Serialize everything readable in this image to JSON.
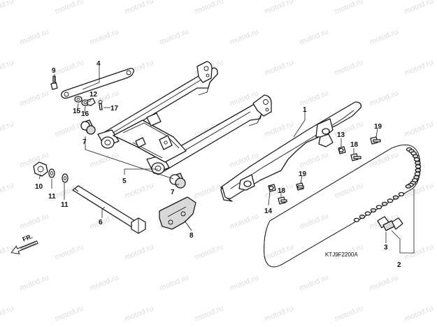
{
  "watermark": "motod.ru",
  "diagram_code": "KTJ9F2200A",
  "fr_label": "FR.",
  "colors": {
    "line": "#1a1a1a",
    "watermark": "#dcdcdc",
    "background": "#ffffff"
  },
  "callouts": {
    "c1": "1",
    "c2": "2",
    "c3": "3",
    "c4": "4",
    "c5": "5",
    "c6": "6",
    "c7a": "7",
    "c7b": "7",
    "c8": "8",
    "c9": "9",
    "c10": "10",
    "c11a": "11",
    "c11b": "11",
    "c12": "12",
    "c13": "13",
    "c14": "14",
    "c15": "15",
    "c16": "16",
    "c17": "17",
    "c18a": "18",
    "c18b": "18",
    "c19a": "19",
    "c19b": "19"
  }
}
